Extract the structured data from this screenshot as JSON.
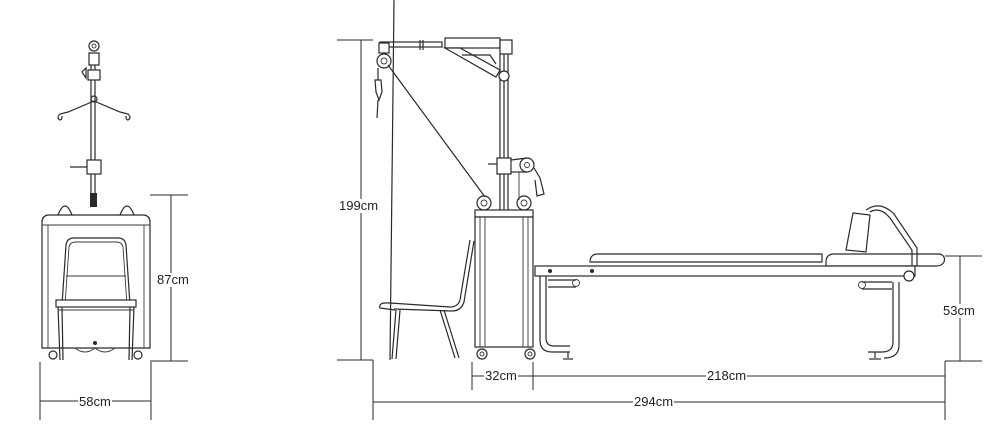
{
  "diagram": {
    "type": "technical-dimension-drawing",
    "views": [
      {
        "id": "front-view",
        "description": "Front view of lift column with chair"
      },
      {
        "id": "side-view",
        "description": "Side view of lift crane, chair and table"
      }
    ],
    "colors": {
      "line": "#2a2a2a",
      "background": "#ffffff"
    }
  },
  "dimensions": {
    "front_height": "87cm",
    "front_width": "58cm",
    "side_total_height": "199cm",
    "table_height": "53cm",
    "column_depth": "32cm",
    "table_length": "218cm",
    "total_length": "294cm"
  }
}
